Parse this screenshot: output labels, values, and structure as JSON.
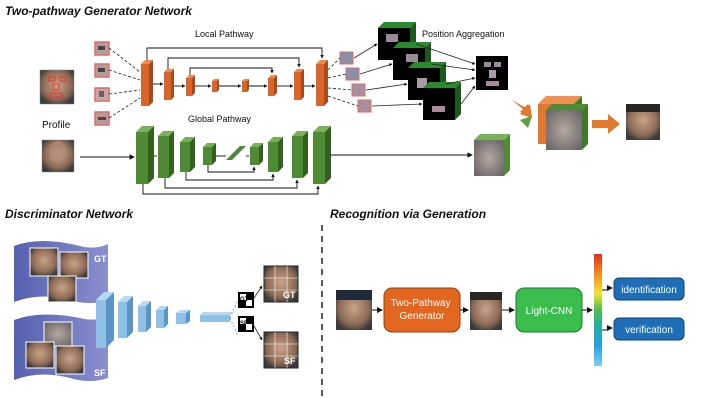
{
  "titles": {
    "generator": "Two-pathway Generator Network",
    "discriminator": "Discriminator Network",
    "recognition": "Recognition via Generation"
  },
  "labels": {
    "local_pathway": "Local Pathway",
    "global_pathway": "Global Pathway",
    "position_aggregation": "Position Aggregation",
    "profile": "Profile",
    "gt": "GT",
    "sf": "SF",
    "gt_small": "GT",
    "sf_small": "SF"
  },
  "boxes": {
    "generator": "Two-Pathway\nGenerator",
    "light_cnn": "Light-CNN",
    "identification": "identification",
    "verification": "verification"
  },
  "colors": {
    "local_orange": "#d9652a",
    "global_green": "#4f8a34",
    "disc_blue": "#7fb4de",
    "box_orange": "#e2661f",
    "box_green": "#3bbd4e",
    "box_blue": "#1f6fb8",
    "arrow_orange": "#e0782e",
    "arrow_green": "#5aa23a",
    "face_frame": "#e26a6a",
    "sheet_purple": "#6a72b8"
  }
}
